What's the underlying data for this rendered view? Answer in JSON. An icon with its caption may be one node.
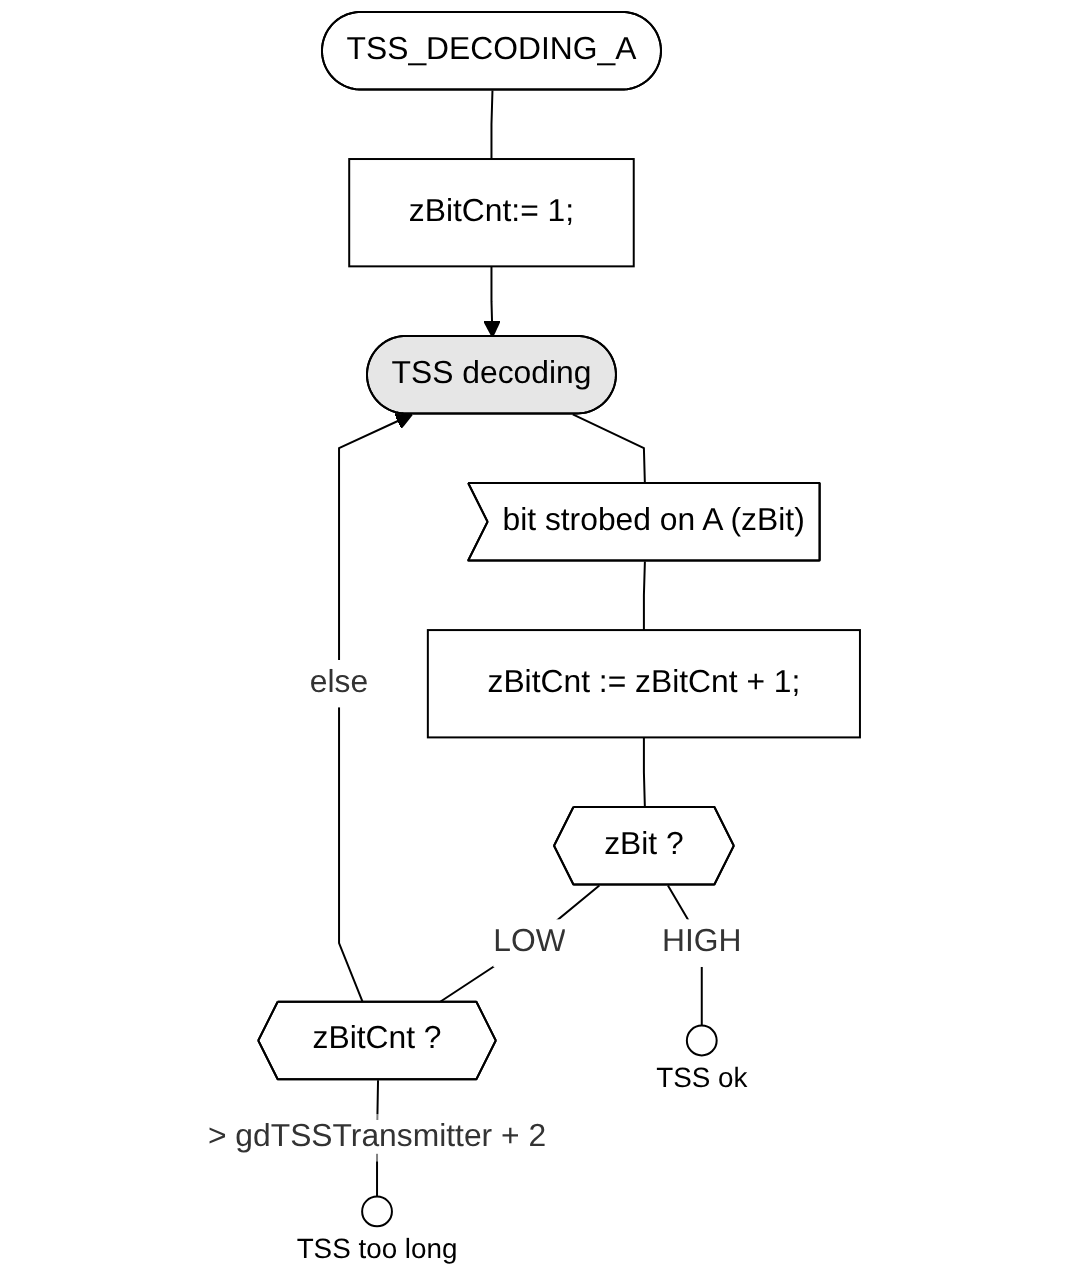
{
  "diagram": {
    "nodes": [
      {
        "text": [
          "TSS_DECODING_A"
        ]
      },
      {
        "text": [
          "zBitCnt:= 1;"
        ]
      },
      {
        "text": [
          "TSS decoding"
        ]
      },
      {
        "text": [
          "bit strobed on A (zBit)"
        ]
      },
      {
        "text": [
          "zBitCnt := zBitCnt + 1;"
        ]
      },
      {
        "text": [
          "zBit ?"
        ]
      },
      {
        "text": [
          "zBitCnt ?"
        ]
      },
      {
        "text": [],
        "shape": "circle",
        "beside": [
          "TSS too long"
        ]
      },
      {
        "text": [],
        "shape": "circle",
        "beside": [
          "TSS ok"
        ]
      }
    ],
    "edges": [
      {
        "from": 0,
        "to": 1,
        "arrow": "none"
      },
      {
        "from": 1,
        "to": 2,
        "arrow": "to"
      },
      {
        "from": 2,
        "to": 3,
        "arrow": "none"
      },
      {
        "from": 3,
        "to": 4,
        "arrow": "none"
      },
      {
        "from": 4,
        "to": 5,
        "arrow": "none"
      },
      {
        "from": 5,
        "to": 6,
        "label": "LOW",
        "arrow": "none"
      },
      {
        "from": 6,
        "to": 2,
        "label": "else",
        "arrow": "to"
      },
      {
        "from": 6,
        "to": 7,
        "label": "> gdTSSTransmitter + 2",
        "arrow": "none"
      },
      {
        "from": 5,
        "to": 8,
        "label": "HIGH",
        "arrow": "none"
      }
    ]
  }
}
